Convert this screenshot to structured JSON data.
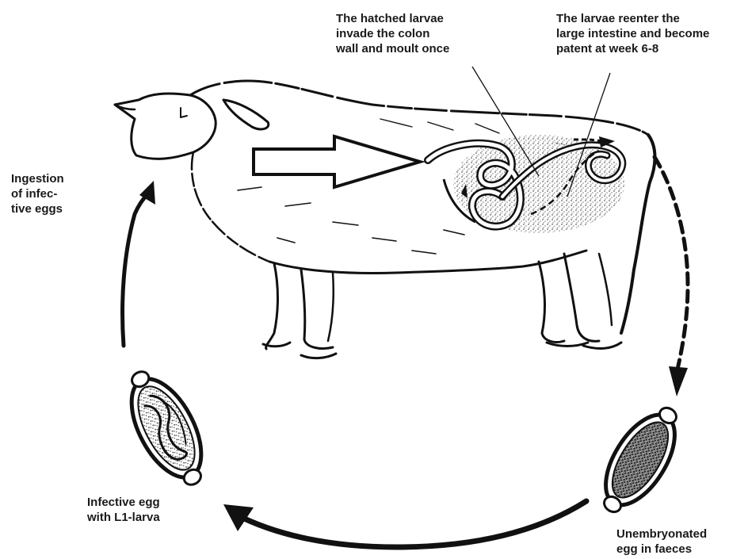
{
  "labels": {
    "ingestion": "Ingestion\nof infec-\ntive eggs",
    "hatched": "The hatched larvae\ninvade the colon\nwall and moult once",
    "reenter": "The larvae reenter the\nlarge intestine and become\npatent at week 6-8",
    "infective_egg": "Infective egg\nwith L1-larva",
    "unembryonated_egg": "Unembryonated\negg in faeces"
  },
  "icons": [
    "sheep-illustration",
    "intestine-illustration",
    "infective-egg-icon",
    "unembryonated-egg-icon",
    "cycle-arrow-icon",
    "block-arrow-icon"
  ],
  "colors": {
    "ink": "#111111",
    "stipple": "#555555",
    "background": "#ffffff"
  }
}
